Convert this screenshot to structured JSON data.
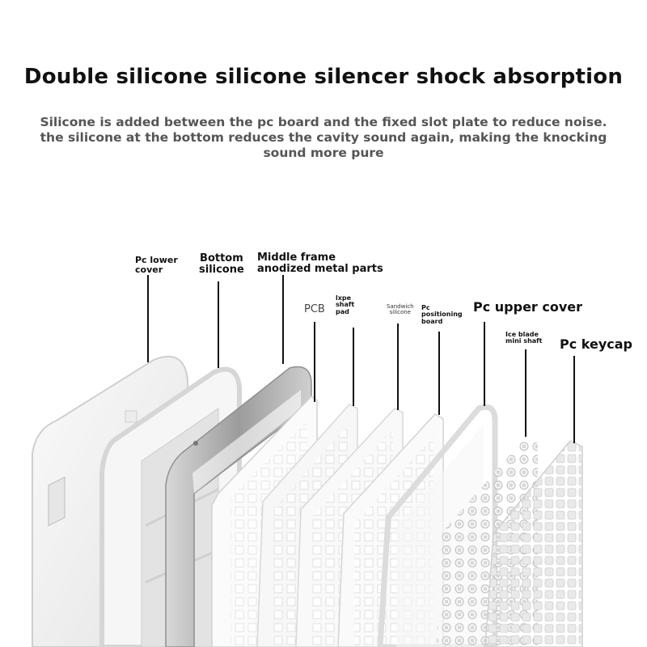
{
  "title": "Double silicone silicone silencer shock absorption",
  "subtitle": {
    "line1": "Silicone is added between the pc board and the fixed slot plate to reduce noise.",
    "line2": "the silicone at the bottom reduces the cavity sound again, making the knocking",
    "line3": "sound more pure"
  },
  "labels": {
    "pc_lower_cover": [
      "Pc lower",
      "cover"
    ],
    "bottom_silicone": [
      "Bottom",
      "silicone"
    ],
    "middle_frame": [
      "Middle frame",
      "anodized metal parts"
    ],
    "pcb": "PCB",
    "ixpe": [
      "lxpe",
      "shaft",
      "pad"
    ],
    "sandwich": [
      "Sandwich",
      "silicone"
    ],
    "positioning": [
      "Pc",
      "positioning",
      "board"
    ],
    "upper_cover": "Pc upper cover",
    "ice_blade": [
      "Ice blade",
      "mini shaft"
    ],
    "keycap": "Pc keycap"
  },
  "colors": {
    "leader_line": "#111111",
    "panel_fill": "#f2f2f2",
    "panel_edge": "#c9c9c9",
    "metal": "#b8b8b8"
  }
}
